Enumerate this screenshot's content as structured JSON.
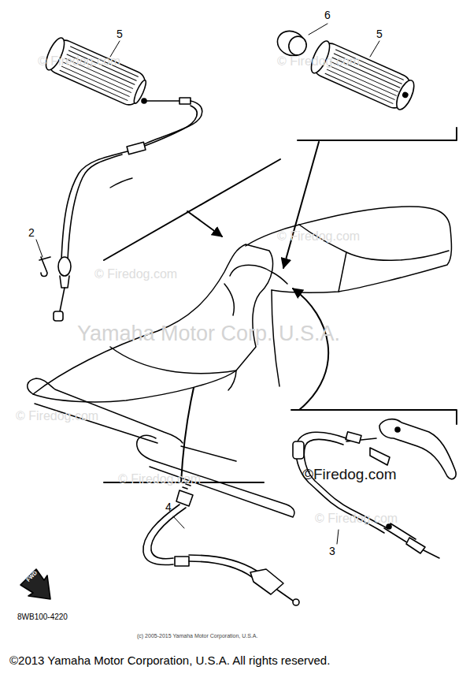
{
  "diagram": {
    "labels": [
      "5",
      "6",
      "5",
      "2",
      "4",
      "3",
      "FWD",
      "8WB100-4220",
      "Yamaha Motor Corp. U.S.A.",
      "© Firedog.com",
      "© Firedog.com",
      "© Firedog.com",
      "© Firedog.com",
      "© Firedog.com",
      "© Firedog.com",
      "© Firedog.com",
      "©Firedog.com",
      "(c) 2005-2015 Yamaha Motor Corporation, U.S.A.",
      "©2013 Yamaha Motor Corporation, U.S.A. All rights reserved."
    ]
  }
}
